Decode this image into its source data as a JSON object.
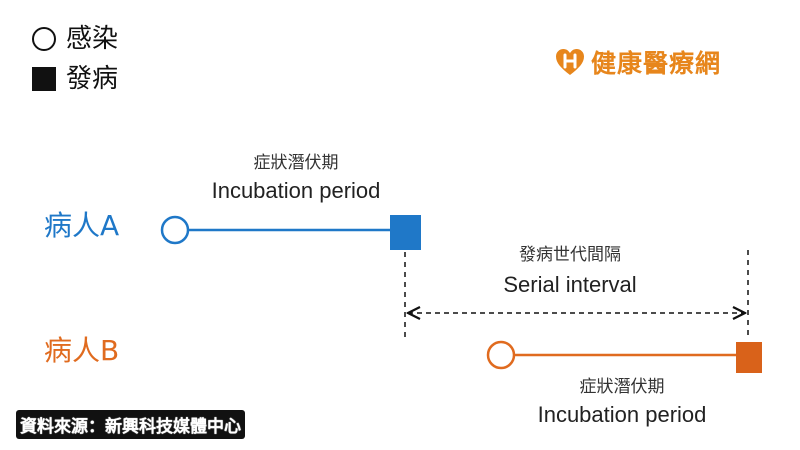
{
  "legend": {
    "infection": {
      "symbol": "circle",
      "label": "感染"
    },
    "onset": {
      "symbol": "square",
      "label": "發病"
    }
  },
  "logo": {
    "text": "健康醫療網",
    "icon": "heart-h-icon",
    "color": "#e7861c"
  },
  "patient_a": {
    "label": "病人A",
    "color": "#1f78c8",
    "caption_zh": "症狀潛伏期",
    "caption_en": "Incubation period"
  },
  "patient_b": {
    "label": "病人B",
    "color": "#e06b1f",
    "caption_zh": "症狀潛伏期",
    "caption_en": "Incubation period"
  },
  "serial_interval": {
    "caption_zh": "發病世代間隔",
    "caption_en": "Serial interval"
  },
  "source": "資料來源：新興科技媒體中心"
}
